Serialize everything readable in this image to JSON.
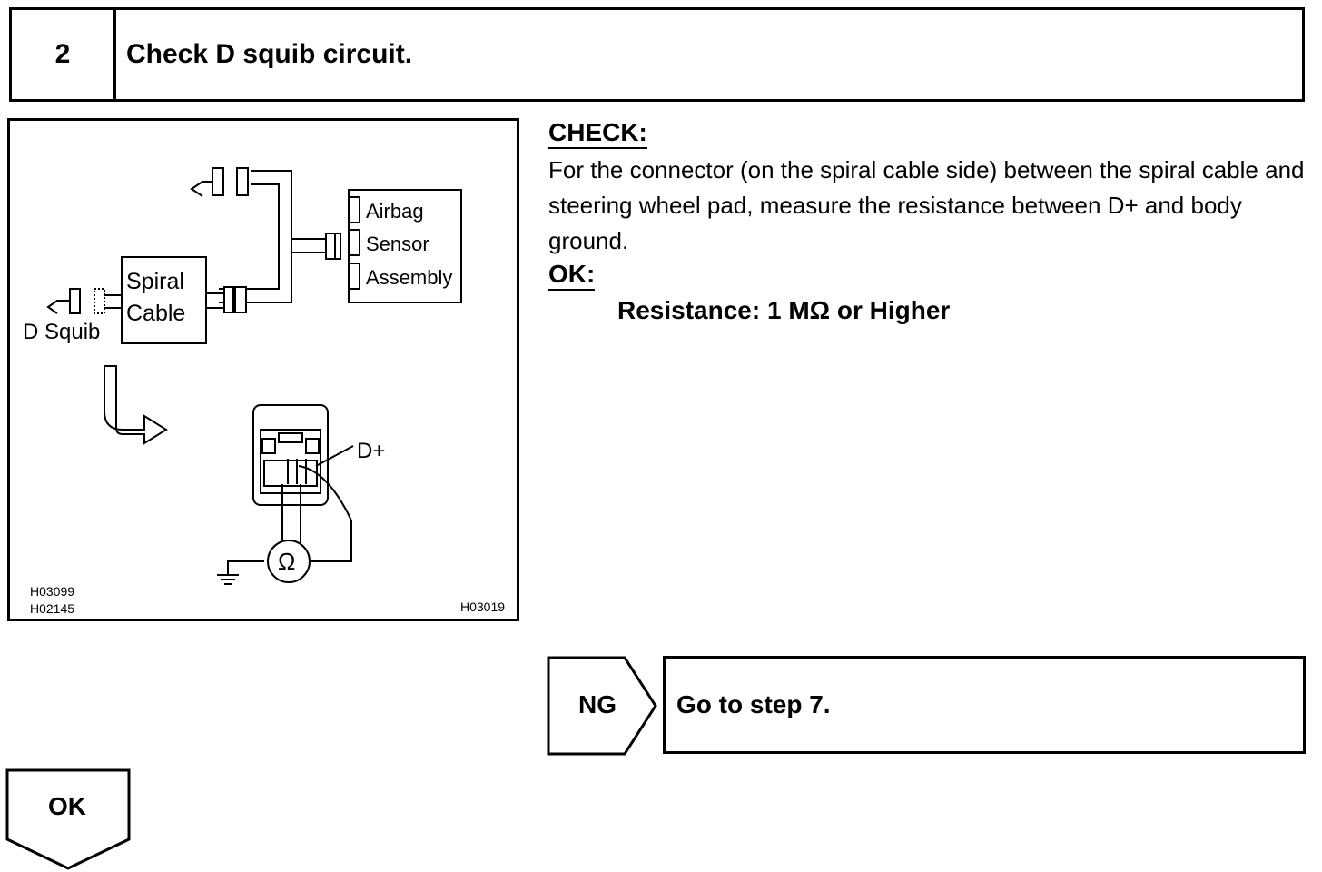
{
  "step": {
    "number": "2",
    "title": "Check D squib circuit."
  },
  "figure": {
    "labels": {
      "airbag": "Airbag",
      "sensor": "Sensor",
      "assembly": "Assembly",
      "spiral": "Spiral",
      "cable": "Cable",
      "d_squib": "D Squib",
      "d_plus": "D+",
      "ohm": "Ω"
    },
    "codes": {
      "left_top": "H03099",
      "left_bottom": "H02145",
      "right": "H03019"
    }
  },
  "check": {
    "heading": "CHECK:",
    "text": "For the connector (on the spiral cable side) between the spiral cable and steering wheel pad, measure the resistance between D+ and body ground."
  },
  "ok_spec": {
    "heading": "OK:",
    "value": "Resistance: 1 MΩ or Higher"
  },
  "ng": {
    "label": "NG",
    "action": "Go to step 7."
  },
  "ok_button": {
    "label": "OK"
  }
}
